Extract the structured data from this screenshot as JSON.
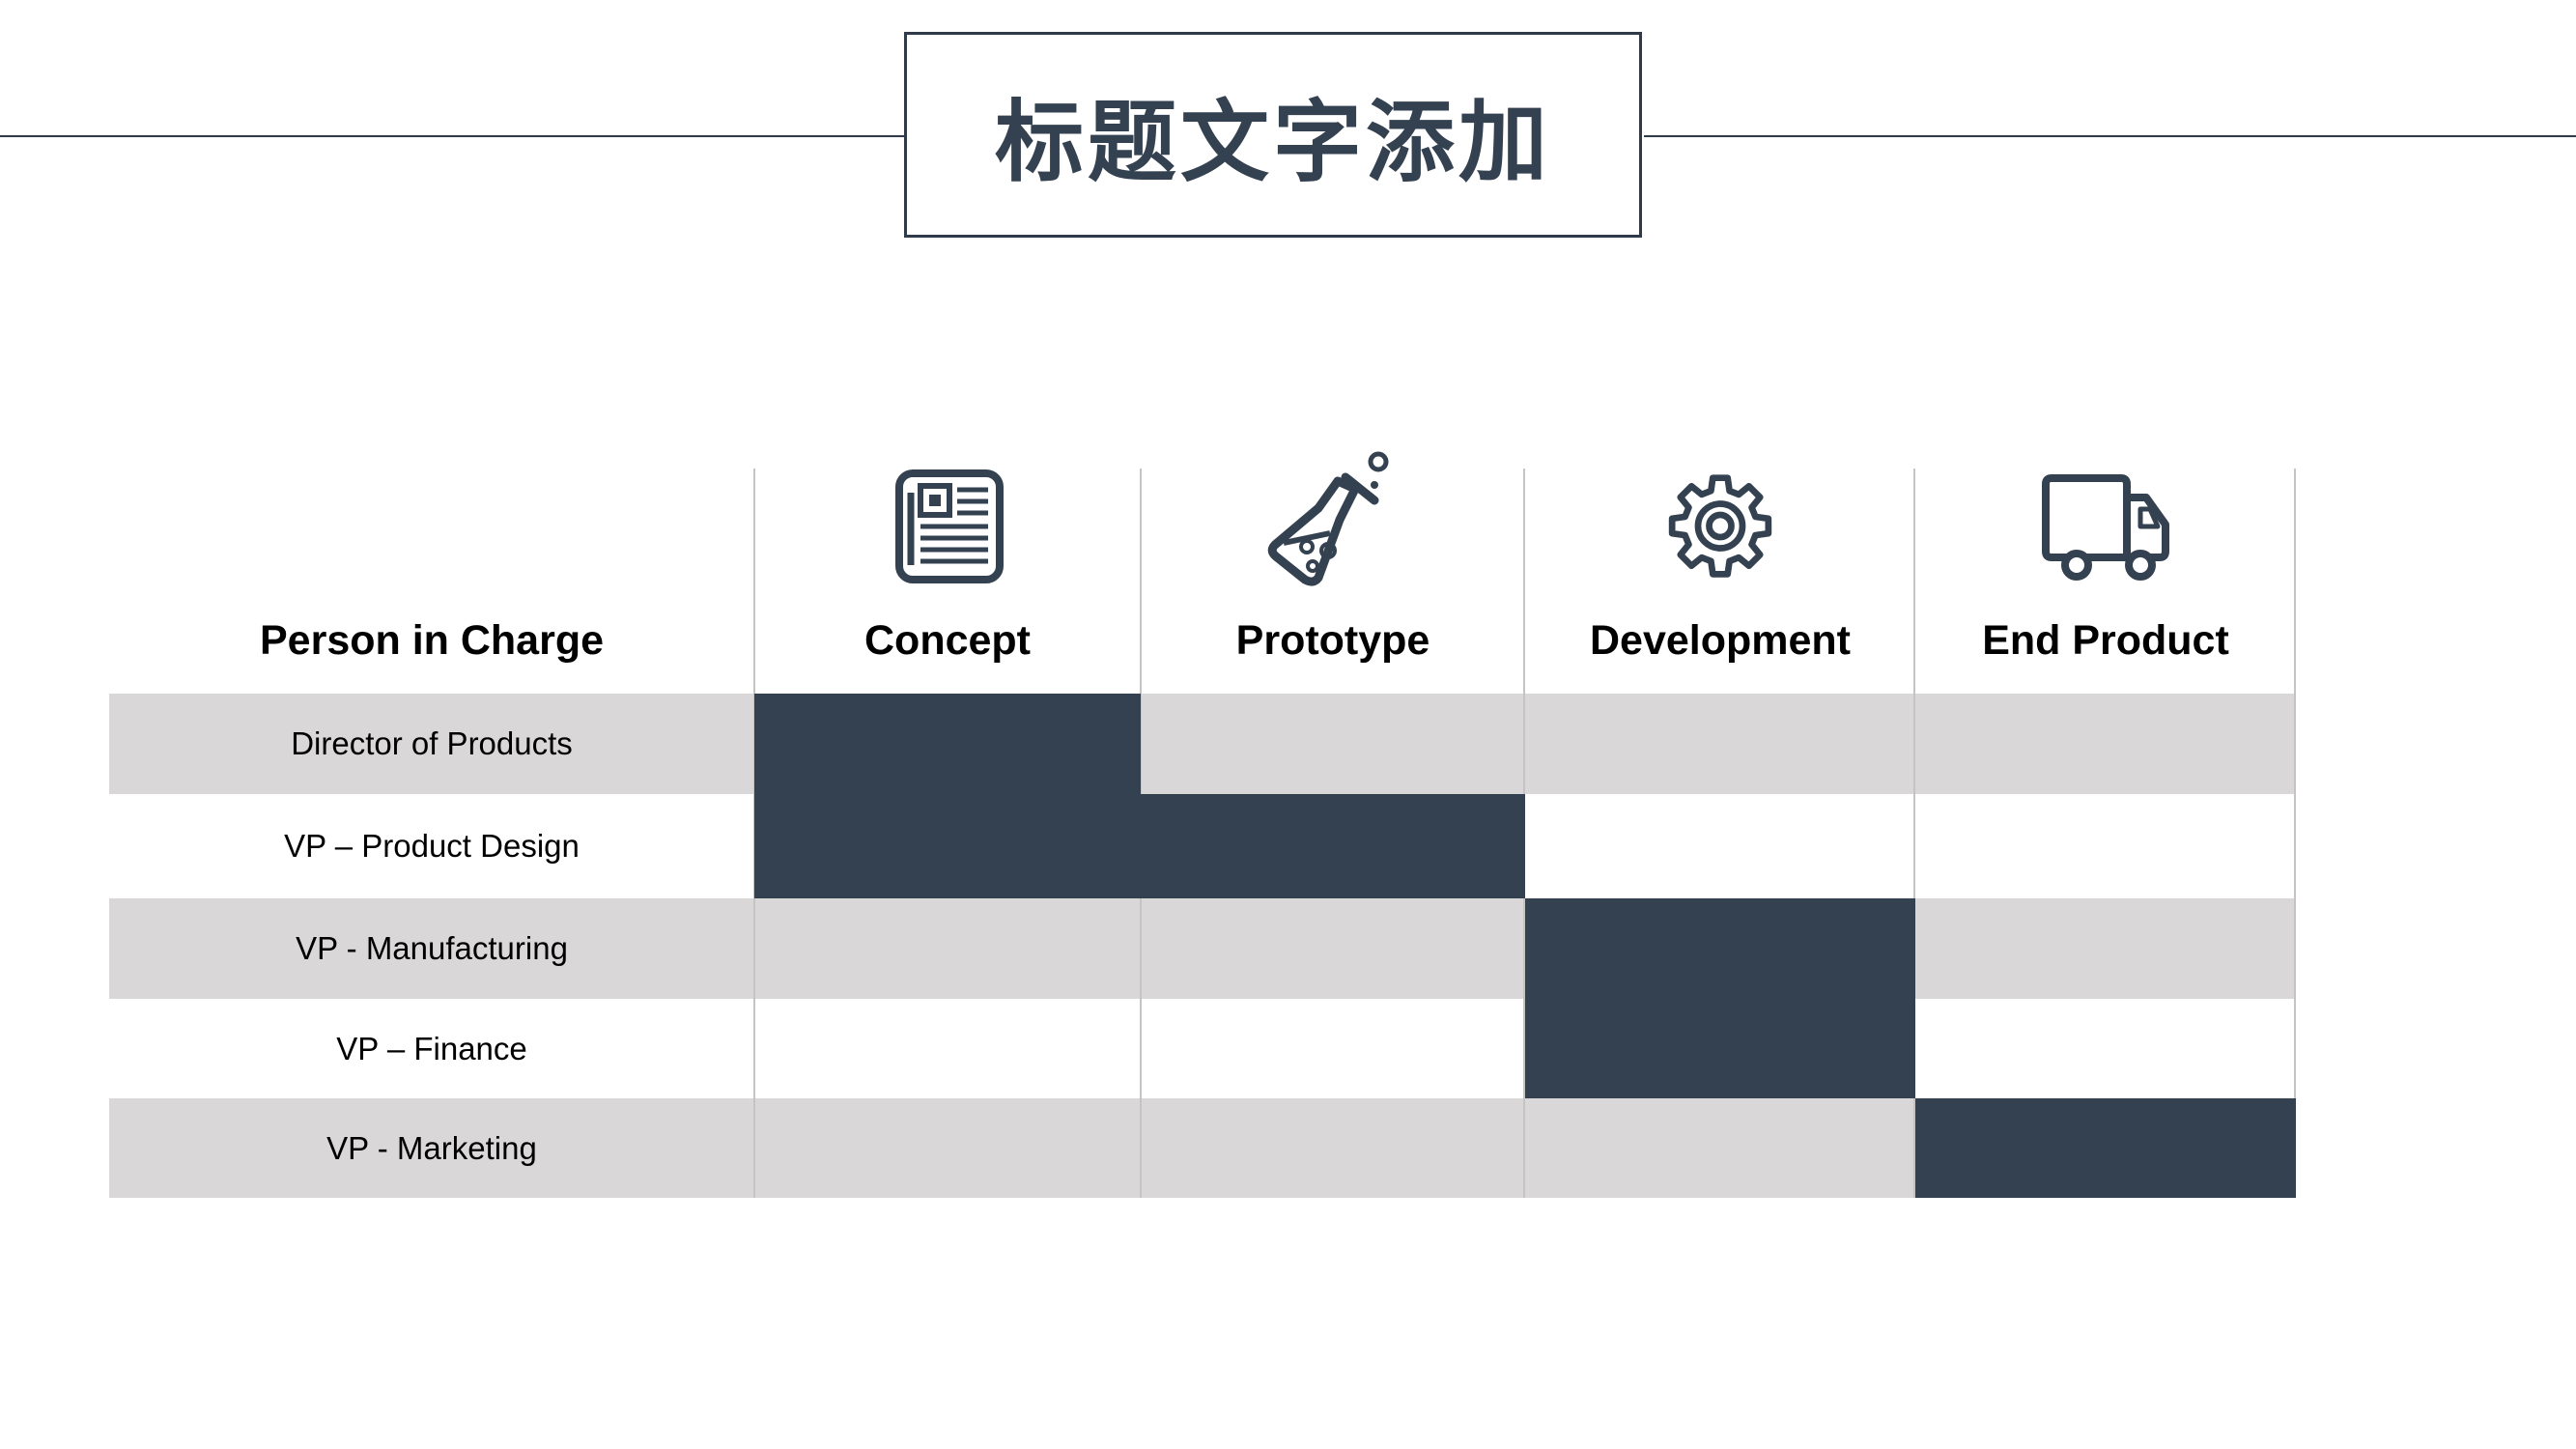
{
  "title": "标题文字添加",
  "matrix": {
    "header_person": "Person in Charge",
    "stages": [
      {
        "label": "Concept",
        "icon": "newspaper-icon"
      },
      {
        "label": "Prototype",
        "icon": "flask-icon"
      },
      {
        "label": "Development",
        "icon": "gear-icon"
      },
      {
        "label": "End Product",
        "icon": "truck-icon"
      }
    ],
    "rows": [
      {
        "person": "Director of Products",
        "assigned": [
          true,
          false,
          false,
          false
        ]
      },
      {
        "person": "VP – Product Design",
        "assigned": [
          true,
          true,
          false,
          false
        ]
      },
      {
        "person": "VP - Manufacturing",
        "assigned": [
          false,
          false,
          true,
          false
        ]
      },
      {
        "person": "VP – Finance",
        "assigned": [
          false,
          false,
          true,
          false
        ]
      },
      {
        "person": "VP - Marketing",
        "assigned": [
          false,
          false,
          false,
          true
        ]
      }
    ]
  },
  "colors": {
    "accent": "#344150",
    "row_shade": "#dad7d8",
    "grid_line": "#c4c4c4"
  }
}
